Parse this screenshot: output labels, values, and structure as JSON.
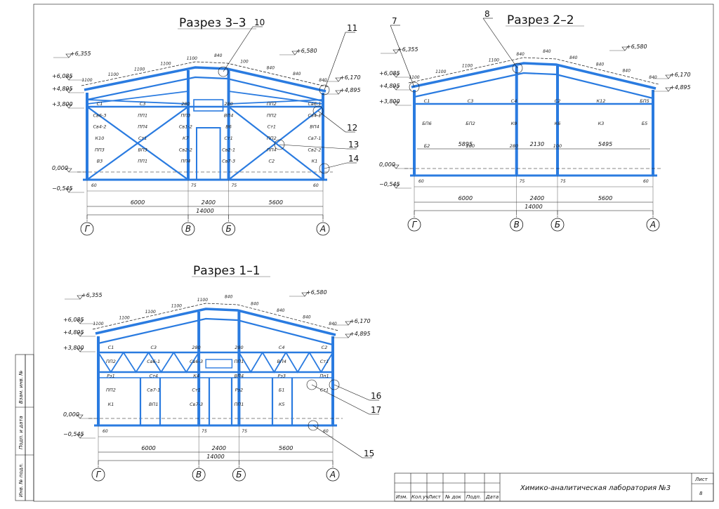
{
  "sections": [
    {
      "id": "s33",
      "title": "Разрез 3–3",
      "levels": {
        "l6355": "+6,355",
        "l6085": "+6,085",
        "l4895": "+4,895",
        "l3800": "+3,800",
        "l0": "0,000",
        "lm545": "−0,545",
        "l6580": "+6,580",
        "l6170": "+6,170",
        "l4895r": "+4,895"
      },
      "dims": {
        "a": "6000",
        "b": "2400",
        "c": "5600",
        "total": "14000",
        "e1": "60",
        "e2": "75",
        "e3": "75",
        "e4": "60"
      },
      "axes": [
        "Г",
        "В",
        "Б",
        "А"
      ],
      "callouts": [
        "10",
        "11",
        "12",
        "13",
        "14"
      ],
      "marks": [
        "С1",
        "С3",
        "280",
        "280",
        "ПП2",
        "Св6-1",
        "Св6-3",
        "ПП1",
        "ПП3",
        "ВП4",
        "ПП2",
        "Св4-1",
        "Св4-2",
        "ПП4",
        "Св1-2",
        "В6",
        "Ст1",
        "ВП4",
        "К10",
        "Ст1",
        "К7",
        "Ст1",
        "ПП2",
        "Св7-1",
        "ПП3",
        "ВП3",
        "Св2-2",
        "Св2-1",
        "ПП4",
        "Св2-2",
        "В3",
        "ПП1",
        "ПП4",
        "Св7-3",
        "С2",
        "К1"
      ],
      "small": [
        "1100",
        "1100",
        "1100",
        "1100",
        "1100",
        "840",
        "100",
        "840",
        "840",
        "840",
        "840",
        "840",
        "840",
        "840",
        "75",
        "75",
        "60",
        "60"
      ]
    },
    {
      "id": "s22",
      "title": "Разрез 2–2",
      "levels": {
        "l6355": "+6,355",
        "l6085": "+6,085",
        "l4895": "+4,895",
        "l3800": "+3,800",
        "l0": "0,000",
        "lm545": "−0,545",
        "l6580": "+6,580",
        "l6170": "+6,170",
        "l4895r": "+4,895"
      },
      "dims": {
        "a": "6000",
        "b": "2400",
        "c": "5600",
        "total": "14000",
        "in1": "5895",
        "in2": "2130",
        "in3": "5495",
        "e1": "60",
        "e2": "75",
        "e3": "75",
        "e4": "60"
      },
      "axes": [
        "Г",
        "В",
        "Б",
        "А"
      ],
      "callouts": [
        "7",
        "8"
      ],
      "marks": [
        "С1",
        "С3",
        "С4",
        "С2",
        "К12",
        "БП5",
        "БП6",
        "БП2",
        "К9",
        "К6",
        "К3",
        "Б5",
        "Б2",
        "280",
        "280",
        "100"
      ],
      "small": [
        "1100",
        "1100",
        "1100",
        "1100",
        "840",
        "840",
        "840",
        "840",
        "840",
        "840"
      ]
    },
    {
      "id": "s11",
      "title": "Разрез 1–1",
      "levels": {
        "l6355": "+6,355",
        "l6085": "+6,085",
        "l4895": "+4,895",
        "l3800": "+3,800",
        "l0": "0,000",
        "lm545": "−0,545",
        "l6580": "+6,580",
        "l6170": "+6,170",
        "l4895r": "+4,895"
      },
      "dims": {
        "a": "6000",
        "b": "2400",
        "c": "5600",
        "total": "14000",
        "e1": "60",
        "e2": "75",
        "e3": "75",
        "e4": "60"
      },
      "axes": [
        "Г",
        "В",
        "Б",
        "А"
      ],
      "callouts": [
        "15",
        "16",
        "17"
      ],
      "marks": [
        "С1",
        "С3",
        "280",
        "280",
        "С4",
        "С2",
        "ПП2",
        "Св6-1",
        "Св6-3",
        "ПП1",
        "ВП4",
        "Ст1",
        "Рз1",
        "Ст4",
        "К4",
        "ВП4",
        "Рз3",
        "Пп1",
        "ПП2",
        "Св7-1",
        "Ст1",
        "Рз2",
        "Б1",
        "Ст1",
        "К1",
        "ВП1",
        "Св7-3",
        "ПП1",
        "К5"
      ],
      "small": [
        "1100",
        "1100",
        "1100",
        "1100",
        "1100",
        "840",
        "840",
        "840",
        "840",
        "840",
        "840",
        "840",
        "60",
        "75",
        "75",
        "60"
      ]
    }
  ],
  "titleblock": {
    "cols": [
      "Изм.",
      "Кол.уч",
      "Лист",
      "№ док",
      "Подп.",
      "Дата"
    ],
    "name": "Химико-аналитическая лаборатория №3",
    "sheet_label": "Лист",
    "sheet_num": "8"
  },
  "sidebar": {
    "inv_orig": "Инв. № подл.",
    "sign_date": "Подп. и дата",
    "inv_dup": "Взам. инв. №"
  },
  "colors": {
    "structure": "#2a7be0",
    "lines": "#111111"
  }
}
